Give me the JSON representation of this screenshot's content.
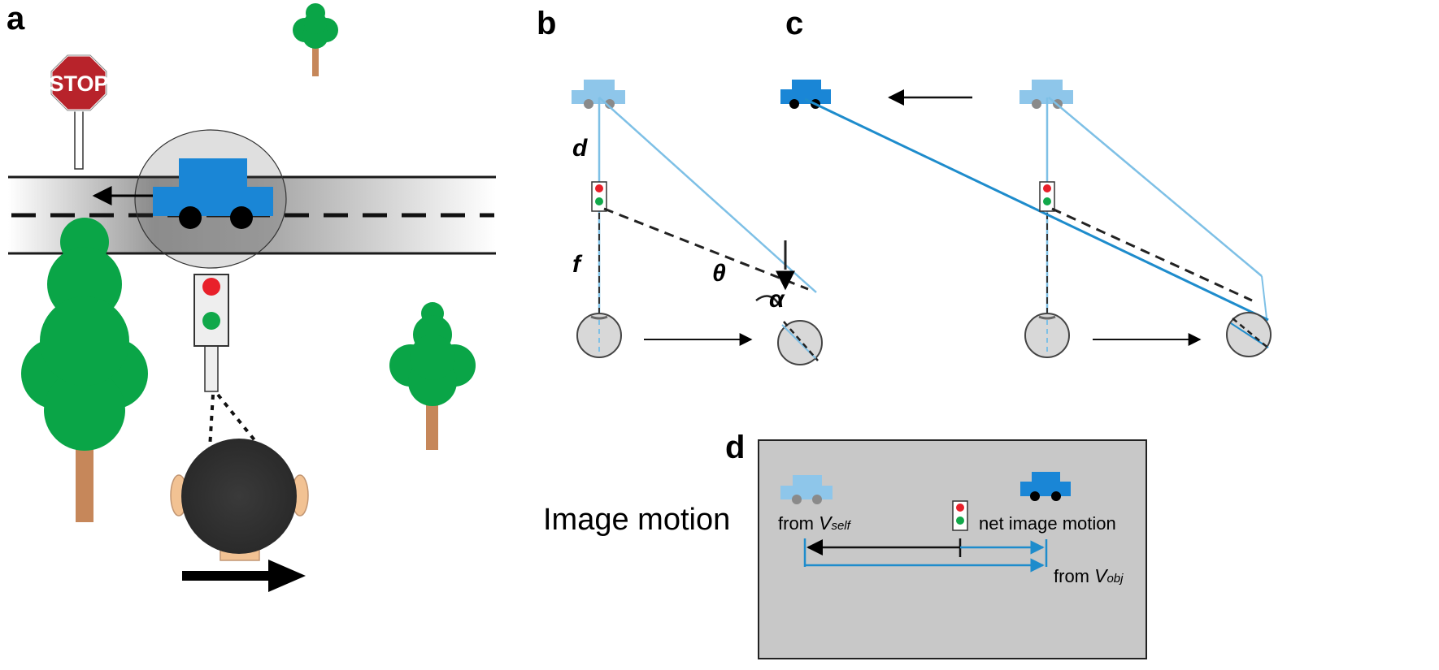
{
  "panels": {
    "a": "a",
    "b": "b",
    "c": "c",
    "d": "d"
  },
  "scene": {
    "stop_sign": "STOP"
  },
  "labels": {
    "d": "d",
    "f": "f",
    "theta": "θ",
    "alpha": "α"
  },
  "panel_d": {
    "caption": "Image motion",
    "from_vself_prefix": "from ",
    "vself_v": "V",
    "vself_sub": "self",
    "net_image_motion": "net image motion",
    "from_vobj_prefix": "from ",
    "vobj_v": "V",
    "vobj_sub": "obj"
  },
  "colors": {
    "road_edge": "#1a1a1a",
    "car_blue": "#1a86d6",
    "car_light_blue": "#8ec6ea",
    "sight_line_light": "#7ec0e6",
    "sight_line_dark": "#1e8ccc",
    "tree_green": "#0aa547",
    "trunk": "#c6875a",
    "head": "#333333",
    "ear": "#f2c293",
    "stop_red": "#b8232b",
    "light_red": "#e8202a",
    "light_green": "#11a84a",
    "panel_d_bg": "#c8c8c8"
  }
}
